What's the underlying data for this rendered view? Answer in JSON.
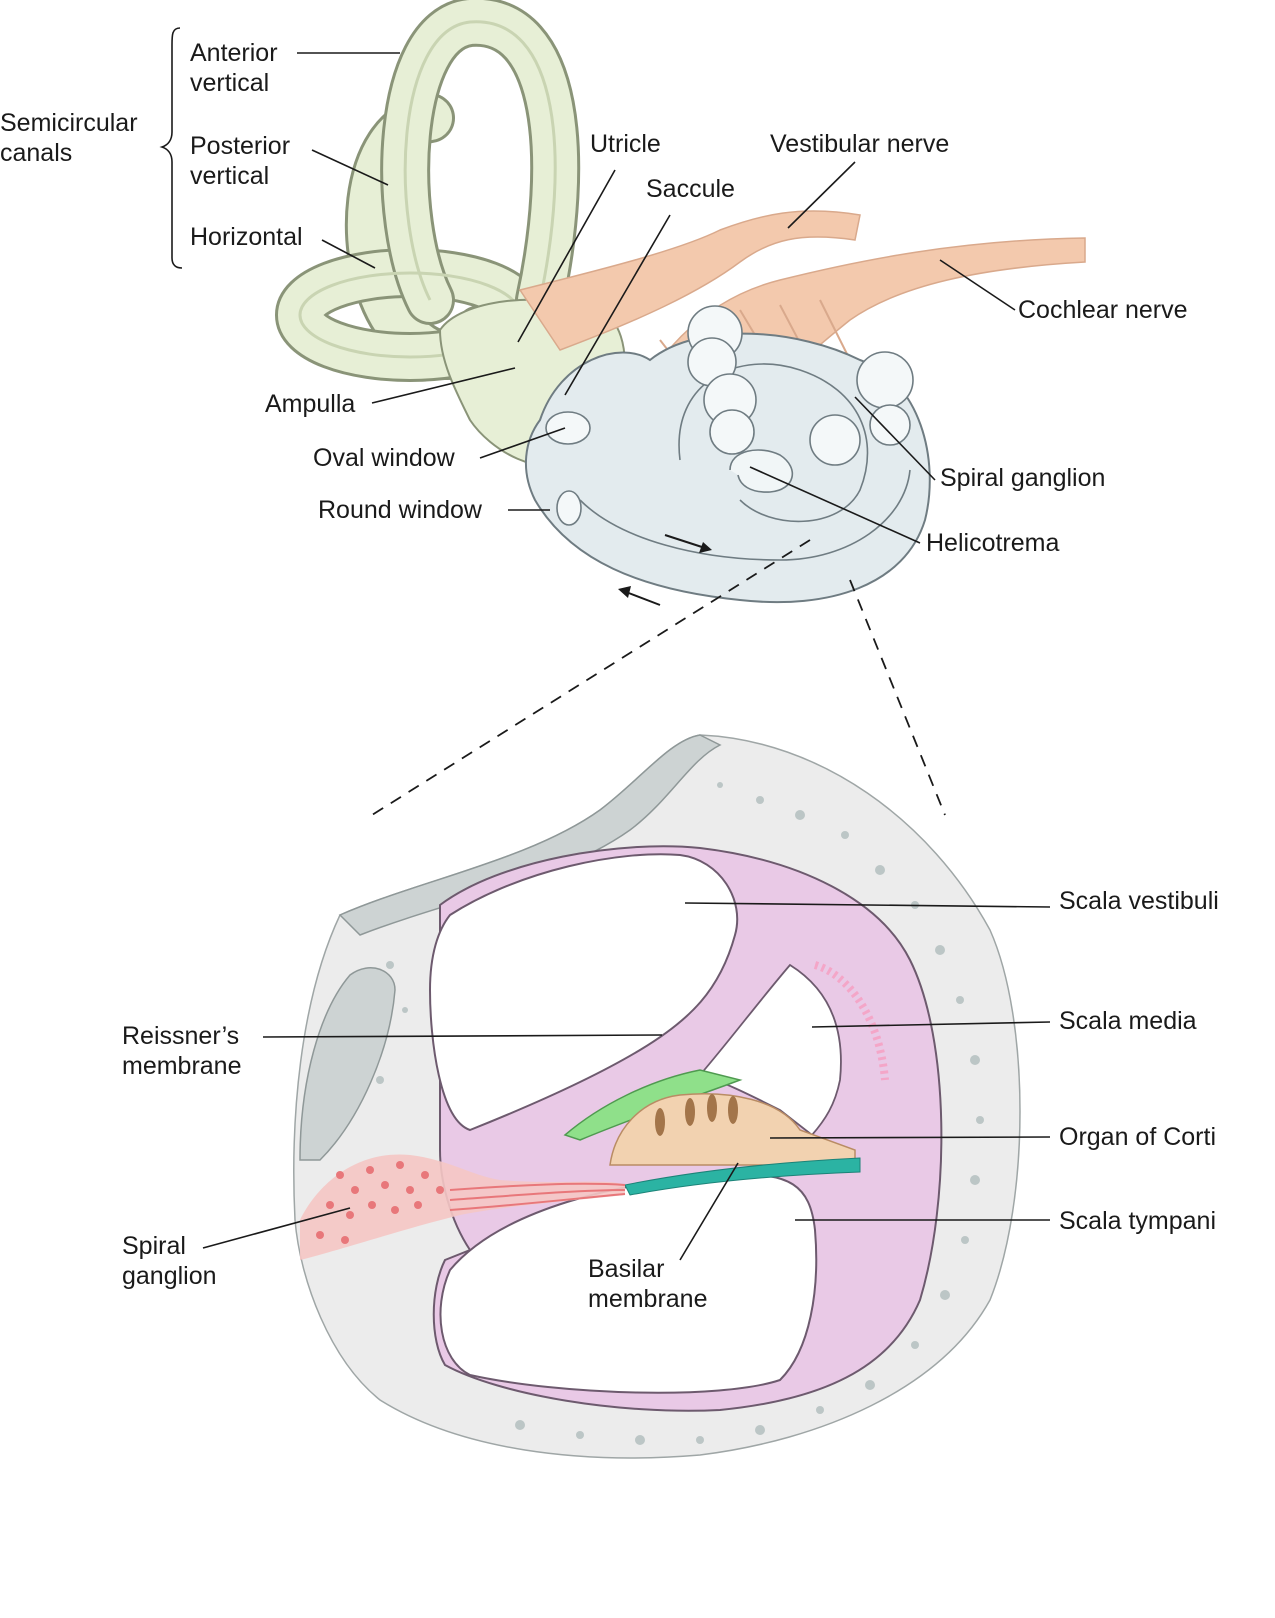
{
  "labels": {
    "semicircular_canals": [
      "Semicircular",
      "canals"
    ],
    "anterior_vertical": [
      "Anterior",
      "vertical"
    ],
    "posterior_vertical": [
      "Posterior",
      "vertical"
    ],
    "horizontal": "Horizontal",
    "utricle": "Utricle",
    "saccule": "Saccule",
    "vestibular_nerve": "Vestibular nerve",
    "cochlear_nerve": "Cochlear nerve",
    "ampulla": "Ampulla",
    "oval_window": "Oval window",
    "round_window": "Round window",
    "spiral_ganglion_top": "Spiral ganglion",
    "helicotrema": "Helicotrema",
    "scala_vestibuli": "Scala vestibuli",
    "scala_media": "Scala media",
    "reissners_membrane": [
      "Reissner’s",
      "membrane"
    ],
    "organ_of_corti": "Organ of Corti",
    "scala_tympani": "Scala tympani",
    "spiral_ganglion_bottom": [
      "Spiral",
      "ganglion"
    ],
    "basilar_membrane": [
      "Basilar",
      "membrane"
    ]
  },
  "colors": {
    "canal_fill": "#e7efd6",
    "canal_stroke": "#8a9478",
    "cochlea_fill": "#e3ebee",
    "cochlea_stroke": "#6f7c82",
    "nerve_fill": "#f3c9ad",
    "bone_fill": "#ececec",
    "bone_dark": "#cdd3d3",
    "duct_fill": "#e9c9e6",
    "duct_stroke": "#6d5a6e",
    "tectorial_green": "#8fe08a",
    "basilar_teal": "#2bb3a3",
    "corti_orange": "#f2d2b0",
    "ganglion_red": "#e8777a"
  }
}
